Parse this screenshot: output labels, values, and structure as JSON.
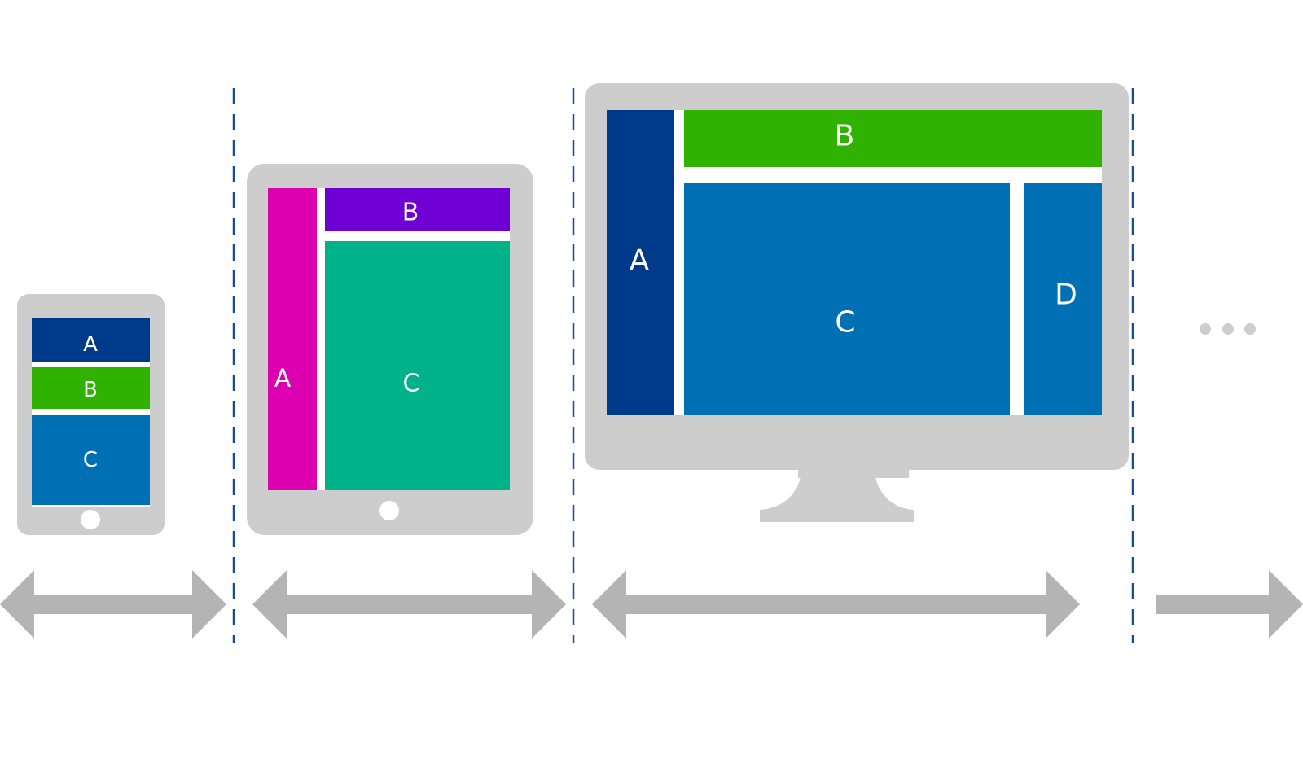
{
  "title": "Responsive layout breakpoints",
  "colors": {
    "device_frame": "#cdcdcd",
    "arrow": "#b4b4b4",
    "separator": "#1a4a9a",
    "label_text": "#ffffff"
  },
  "devices": {
    "phone": {
      "panels": [
        {
          "label": "A",
          "color": "#003a8a"
        },
        {
          "label": "B",
          "color": "#30b300"
        },
        {
          "label": "C",
          "color": "#0070b5"
        }
      ]
    },
    "tablet": {
      "panels": [
        {
          "label": "A",
          "color": "#dc00b0"
        },
        {
          "label": "B",
          "color": "#6f00d4"
        },
        {
          "label": "C",
          "color": "#00b28a"
        }
      ]
    },
    "desktop": {
      "panels": [
        {
          "label": "A",
          "color": "#003a8a"
        },
        {
          "label": "B",
          "color": "#30b300"
        },
        {
          "label": "C",
          "color": "#0070b5"
        },
        {
          "label": "D",
          "color": "#0070b5"
        }
      ]
    }
  },
  "more_indicator": "more-ellipsis",
  "ranges": [
    "phone-range",
    "tablet-range",
    "desktop-range",
    "larger-range"
  ]
}
